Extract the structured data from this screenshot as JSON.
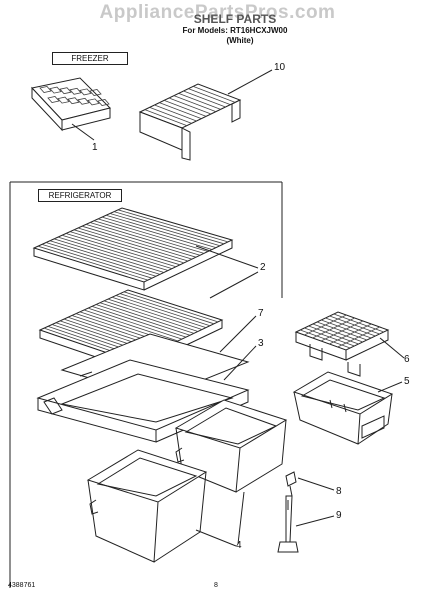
{
  "watermark": "AppliancePartsPros.com",
  "header": {
    "title": "SHELF PARTS",
    "model": "For Models: RT16HCXJW00",
    "color": "(White)"
  },
  "sections": {
    "freezer": "FREEZER",
    "refrigerator": "REFRIGERATOR"
  },
  "callouts": [
    "10",
    "1",
    "2",
    "7",
    "3",
    "6",
    "5",
    "8",
    "9",
    "4"
  ],
  "footer": {
    "doc_number": "4388761",
    "page_number": "8"
  }
}
